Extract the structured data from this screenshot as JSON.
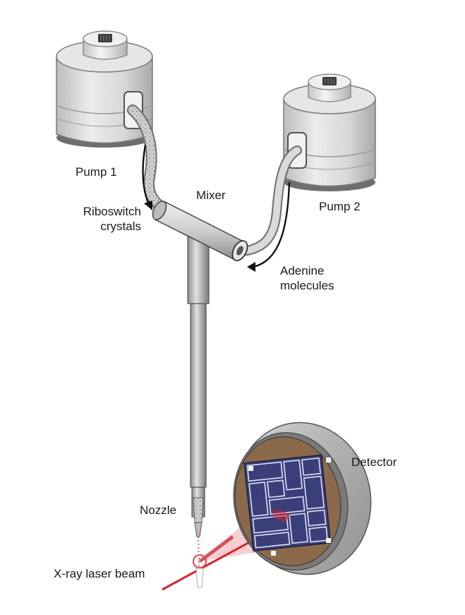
{
  "labels": {
    "pump1": "Pump 1",
    "pump2": "Pump 2",
    "mixer": "Mixer",
    "riboswitch_line1": "Riboswitch",
    "riboswitch_line2": "crystals",
    "adenine_line1": "Adenine",
    "adenine_line2": "molecules",
    "detector": "Detector",
    "nozzle": "Nozzle",
    "xray": "X-ray laser beam"
  },
  "colors": {
    "pump_body": "#d9d9d9",
    "pump_shadow": "#a8a8a8",
    "tube": "#c8c8c8",
    "detector_panel": "#3a3f7a",
    "detector_ring": "#b0b0b0",
    "detector_backing": "#8a6a4a",
    "laser": "#d8202a",
    "laser_cone": "#f2b6b8"
  },
  "icons": {
    "pump1": "pump-icon",
    "pump2": "pump-icon",
    "mixer": "mixer-tube",
    "nozzle": "nozzle-tube",
    "detector": "detector-panel",
    "arrow_left": "curved-arrow-icon",
    "arrow_right": "curved-arrow-icon"
  }
}
